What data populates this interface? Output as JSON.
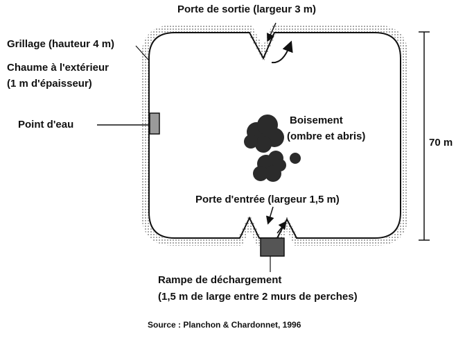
{
  "labels": {
    "exit_gate": "Porte de sortie (largeur 3 m)",
    "fence": "Grillage (hauteur 4 m)",
    "thatch_line1": "Chaume à l'extérieur",
    "thatch_line2": "(1 m d'épaisseur)",
    "water_point": "Point d'eau",
    "woodland_line1": "Boisement",
    "woodland_line2": "(ombre et abris)",
    "dimension": "70 m",
    "entry_gate": "Porte d'entrée (largeur 1,5 m)",
    "ramp_line1": "Rampe de déchargement",
    "ramp_line2": "(1,5 m de large entre 2 murs de perches)",
    "source": "Source : Planchon & Chardonnet, 1996"
  },
  "colors": {
    "ink": "#111111",
    "thatch": "#9a9a9a",
    "woodland": "#2b2b2b",
    "background": "#ffffff"
  }
}
